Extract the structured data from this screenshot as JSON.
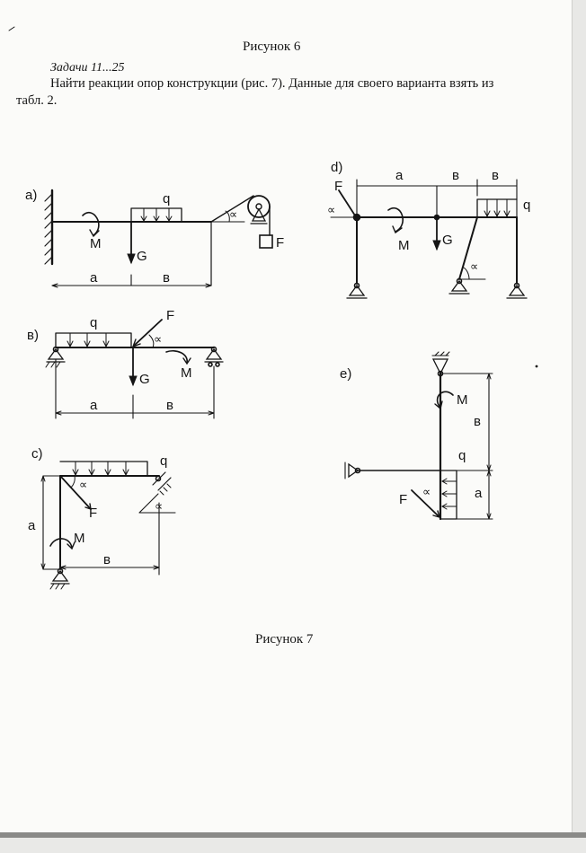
{
  "page": {
    "figure_top_caption": "Рисунок 6",
    "task_number": "Задачи 11...25",
    "task_text_line1": "Найти реакции опор конструкции (рис. 7). Данные для своего варианта взять из",
    "task_text_line2": "табл. 2.",
    "figure_bottom_caption": "Рисунок 7"
  },
  "figures": {
    "a": {
      "tag": "a)",
      "q": "q",
      "M": "M",
      "G": "G",
      "F": "F",
      "alpha": "∝",
      "a": "a",
      "b": "в"
    },
    "b": {
      "tag": "в)",
      "q": "q",
      "F": "F",
      "alpha": "∝",
      "G": "G",
      "M": "M",
      "a": "a",
      "b": "в"
    },
    "c": {
      "tag": "c)",
      "q": "q",
      "alpha1": "∝",
      "F": "F",
      "alpha2": "∝",
      "a": "a",
      "M": "M",
      "b": "в"
    },
    "d": {
      "tag": "d)",
      "a": "a",
      "b1": "в",
      "b2": "в",
      "F": "F",
      "alpha1": "∝",
      "q": "q",
      "M": "M",
      "G": "G",
      "alpha2": "∝"
    },
    "e": {
      "tag": "e)",
      "M": "M",
      "b": "в",
      "q": "q",
      "alpha": "∝",
      "F": "F",
      "a": "a"
    }
  }
}
